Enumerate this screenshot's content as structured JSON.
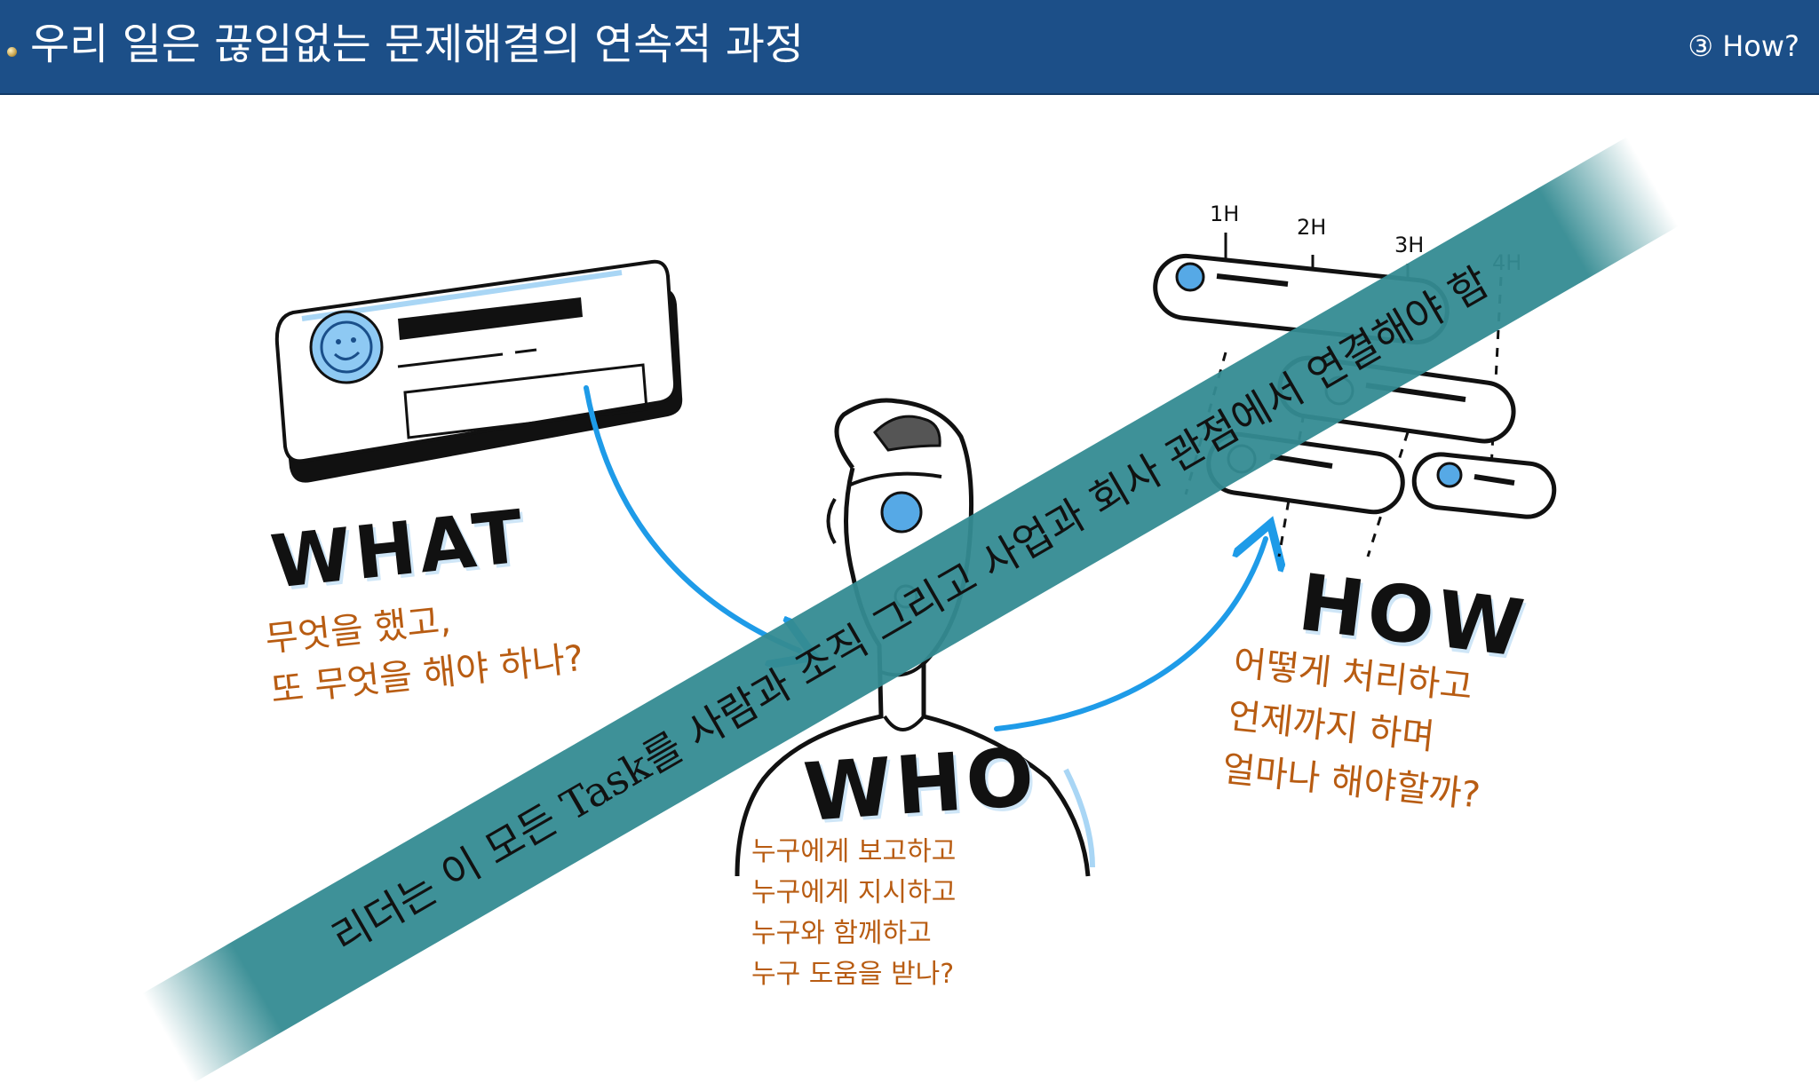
{
  "header": {
    "title": "우리 일은 끊임없는 문제해결의 연속적 과정",
    "step": "③ How?"
  },
  "what": {
    "word": "WHAT",
    "lines": [
      "무엇을 했고,",
      "또 무엇을 해야 하나?"
    ]
  },
  "who": {
    "word": "WHO",
    "lines": [
      "누구에게 보고하고",
      "누구에게 지시하고",
      "누구와 함께하고",
      "누구 도움을 받나?"
    ]
  },
  "how": {
    "word": "HOW",
    "lines": [
      "어떻게 처리하고",
      "언제까지 하며",
      "얼마나 해야할까?"
    ],
    "timeline_labels": [
      "1H",
      "2H",
      "3H",
      "4H"
    ]
  },
  "banner": {
    "text": "리더는 이 모든 Task를 사람과 조직 그리고 사업과 회사 관점에서 연결해야 함"
  },
  "colors": {
    "header_bg": "#1c4f88",
    "accent_orange": "#b85c12",
    "arrow_blue": "#1e9be8",
    "banner_teal": "#348b92"
  }
}
